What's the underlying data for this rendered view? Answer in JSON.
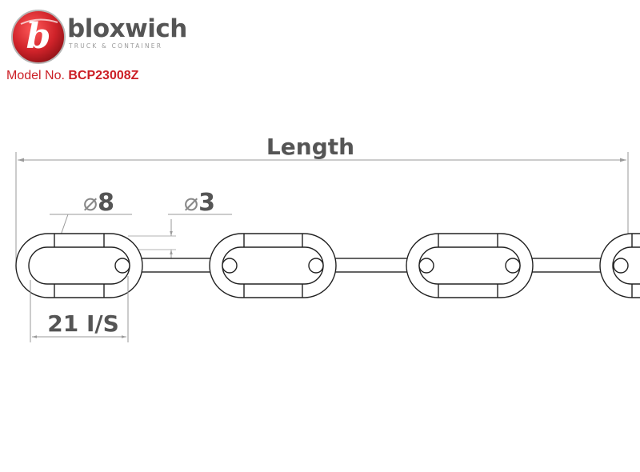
{
  "brand": {
    "name": "bloxwich",
    "tagline": "TRUCK & CONTAINER",
    "logo_letter": "b",
    "logo_color": "#d0232a"
  },
  "model": {
    "label": "Model No.",
    "number": "BCP23008Z"
  },
  "dimensions": {
    "length": "Length",
    "wire_diameter_symbol": "⌀",
    "wire_diameter": "8",
    "pin_diameter_symbol": "⌀",
    "pin_diameter": "3",
    "inside_spacing": "21 I/S"
  },
  "colors": {
    "outline": "#222222",
    "dimension": "#9a9a9a",
    "dim_text": "#555555",
    "model_text": "#cc1f26"
  }
}
